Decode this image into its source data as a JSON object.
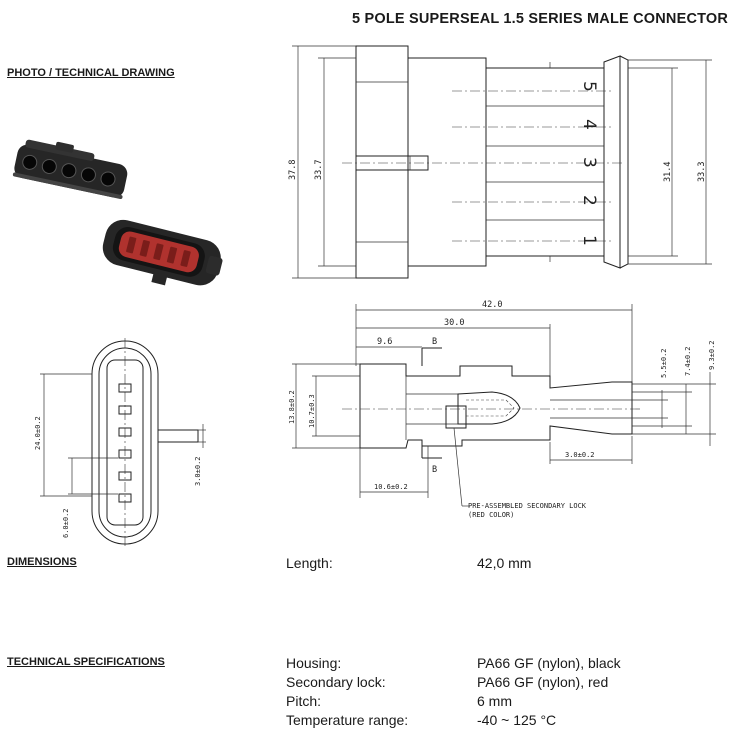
{
  "title": "5 POLE SUPERSEAL 1.5 SERIES MALE CONNECTOR",
  "sections": {
    "photo": "PHOTO / TECHNICAL DRAWING",
    "dimensions": "DIMENSIONS",
    "technical": "TECHNICAL SPECIFICATIONS"
  },
  "dimensions": [
    {
      "label": "Length:",
      "value": "42,0 mm"
    }
  ],
  "specs": [
    {
      "label": "Housing:",
      "value": "PA66 GF (nylon), black"
    },
    {
      "label": "Secondary lock:",
      "value": "PA66 GF (nylon), red"
    },
    {
      "label": "Pitch:",
      "value": "6 mm"
    },
    {
      "label": "Temperature range:",
      "value": "-40 ~ 125 °C"
    }
  ],
  "drawing": {
    "top_view": {
      "dims": [
        "37.8",
        "33.7",
        "31.4",
        "33.3"
      ],
      "pin_numbers": [
        "5",
        "4",
        "3",
        "2",
        "1"
      ]
    },
    "side_view": {
      "dims": [
        "42.0",
        "30.0",
        "9.6",
        "13.8±0.2",
        "10.7±0.3",
        "10.6±0.2",
        "3.0±0.2",
        "5.5±0.2",
        "7.4±0.2",
        "9.3±0.2"
      ],
      "section_marks": [
        "B",
        "B"
      ],
      "note": [
        "PRE-ASSEMBLED SECONDARY LOCK",
        "(RED COLOR)"
      ]
    },
    "front_view": {
      "dims": [
        "24.0±0.2",
        "6.0±0.2",
        "3.0±0.2"
      ]
    }
  },
  "colors": {
    "housing_black": "#262626",
    "secondary_lock_red": "#b0322e"
  }
}
